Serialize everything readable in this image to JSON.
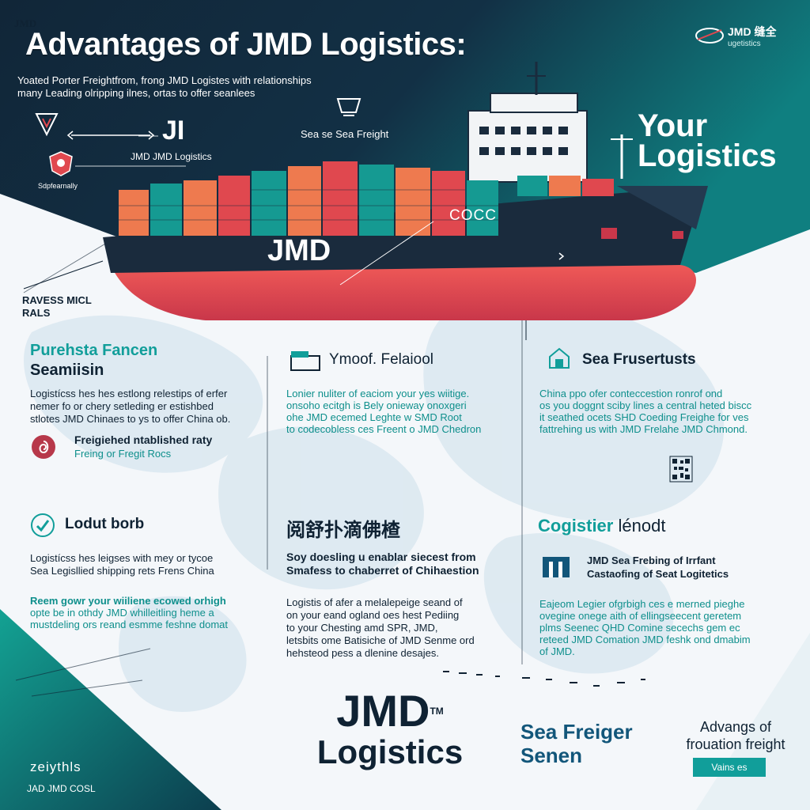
{
  "colors": {
    "navy": "#112638",
    "teal": "#119e9a",
    "hull_red": "#e0484f",
    "container_orange": "#ee7a4f",
    "container_teal": "#159a92",
    "map_blue": "#d7e6ef"
  },
  "corner_mark": "JMD",
  "title": "Advantages of JMD Logistics:",
  "intro_line1": "Yoated Porter Freightfrom, frong JMD Logistes with relationships",
  "intro_line2": "many Leading olripping ilnes, ortas to offer seanlees",
  "brand_top": {
    "line1": "JMD 缝全",
    "line2": "ugetistics"
  },
  "top_left": {
    "arrow_label": "JMD JMD Logistics",
    "jmd_mark": "JI",
    "badge_caption": "Sdpfearnally"
  },
  "sea_freight_label": "Sea se Sea Freight",
  "your_logistics": {
    "line1": "Your",
    "line2": "Logistics"
  },
  "ship": {
    "hull_text": "JMD",
    "bridge_text": "COCC"
  },
  "side_note": {
    "line1": "RAVESS MICL",
    "line2": "RALS"
  },
  "sections": {
    "col1_top": {
      "heading_teal": "Purehsta Fancen",
      "heading_dark": "Seamiisin",
      "body": [
        "Logistícss hes hes estlong relestips of erfer",
        "nemer fo or chery setleding er estishbed",
        "stlotes JMD Chinaes to ys to offer China ob."
      ],
      "sub_bold": "Freigiehed ntablished raty",
      "sub_teal": "Freing or Fregit Rocs"
    },
    "col2_top": {
      "heading": "Ymoof. Felaiool",
      "body": [
        "Lonier nuliter of eaciom your yes wiitige.",
        "onsoho ecitgh is Bely onieway onoxgeri",
        "ohe JMD ecemed Leghte w SMD Root",
        "to codecobless ces Freent o JMD Chedron"
      ]
    },
    "col3_top": {
      "heading": "Sea Frusertusts",
      "body": [
        "China ppo ofer conteccestion ronrof ond",
        "os you doggnt sciby lines a central heted biscc",
        "it seathed ocets SHD Coeding Freighe for ves",
        "fattrehing us with JMD Frelahe JMD Chmond."
      ]
    },
    "col1_bottom": {
      "heading": "Lodut borb",
      "body": [
        "Logistícss hes leigses with mey or tycoe",
        "Sea Legisllied shipping rets Frens China"
      ],
      "teal_bold": "Reem gowr your wiiliene ecowed orhigh",
      "teal_body": [
        "opte be in othdy JMD whilleitling heme a",
        "mustdeling ors reand esmme feshne domat"
      ]
    },
    "col2_bottom": {
      "heading": "阅舒扑滴佛楂",
      "bold": [
        "Soy doesling u enablar siecest from",
        "Smafess to chaberret of Chihaestion"
      ],
      "body": [
        "Logistis of afer a melalepeige seand of",
        "on your eand ogland oes hest Pediing",
        "to your Chesting amd SPR, JMD,",
        "letsbits ome Batisiche of JMD Senme ord",
        "hehsteod pess a dlenine desajes."
      ]
    },
    "col3_bottom": {
      "heading_teal": "Cogistier",
      "heading_dark": "lénodt",
      "bold": [
        "JMD Sea Frebing of Irrfant",
        "Castaofing of Seat Logitetics"
      ],
      "body": [
        "Eajeom Legier ofgrbigh ces e merned pieghe",
        "ovegine onege aith of ellingseecent geretem",
        "plms Seenec QHD Comine secechs gem ec",
        "reteed JMD Comation JMD feshk ond dmabim",
        "of JMD."
      ]
    }
  },
  "footer_logo": {
    "line1": "JMD",
    "tm": "TM",
    "line2": "Logistics"
  },
  "sea_freiger": {
    "line1": "Sea Freiger",
    "line2": "Senen"
  },
  "advangs": {
    "line1": "Advangs of",
    "line2": "frouation freight"
  },
  "cta_label": "Vains es",
  "footer_left": {
    "line1": "zeiythls",
    "line2": "JAD JMD COSL"
  }
}
